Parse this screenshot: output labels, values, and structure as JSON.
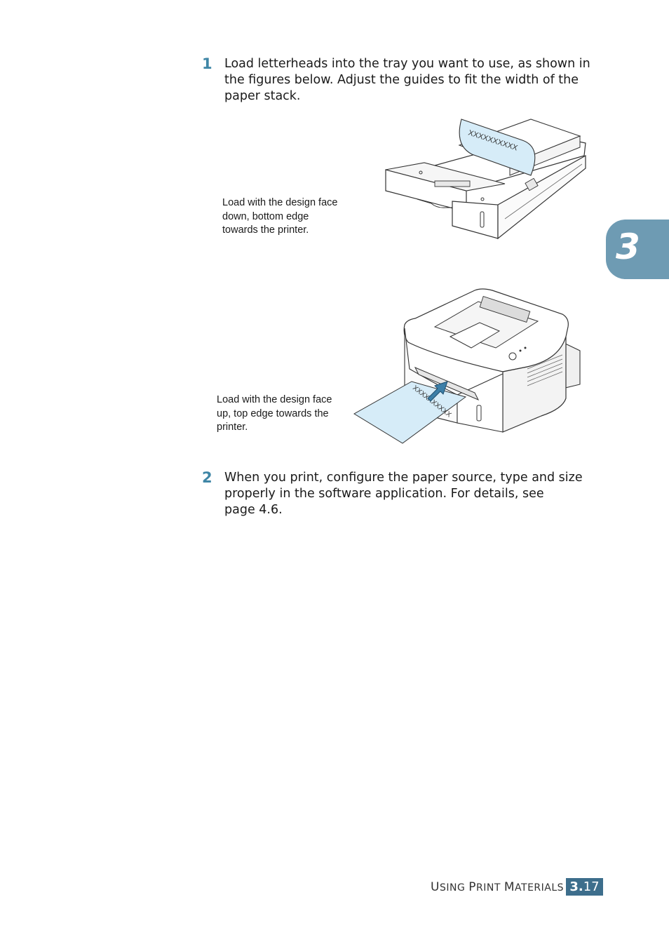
{
  "steps": [
    {
      "number": "1",
      "text": "Load letterheads into the tray you want to use, as shown in\nthe figures below. Adjust the guides to fit the width of the\npaper stack."
    },
    {
      "number": "2",
      "text": "When you print, configure the paper source, type and size\nproperly in the software application. For details, see\npage 4.6."
    }
  ],
  "figures": {
    "tray_caption": "Load with the design face\ndown, bottom edge\ntowards the printer.",
    "tray_paper_mark": "XXXXXXXXXX",
    "printer_caption": "Load with the design face\nup, top edge towards the\nprinter.",
    "printer_paper_mark": "XXXXXXXXXX"
  },
  "chapter_tab": {
    "number": "3"
  },
  "footer": {
    "section_title_parts": [
      "U",
      "SING ",
      "P",
      "RINT ",
      "M",
      "ATERIALS"
    ],
    "page_chapter": "3.",
    "page_number": "17"
  },
  "colors": {
    "accent": "#3f86a6",
    "tab": "#6e9bb3",
    "page_box": "#3d6e8c",
    "paper": "#d6ecf8"
  }
}
